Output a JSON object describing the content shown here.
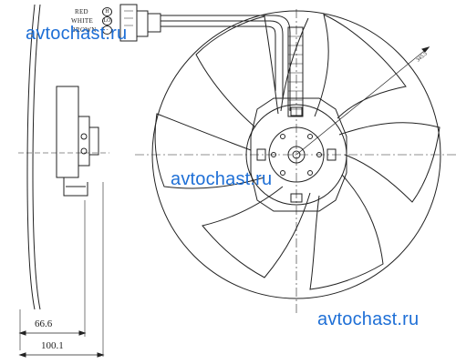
{
  "wire_legend": [
    {
      "color": "RED",
      "pin": "H"
    },
    {
      "color": "WHITE",
      "pin": "LO"
    },
    {
      "color": "BROWN",
      "pin": "-"
    }
  ],
  "dimensions": {
    "radius": "345.5",
    "depth_motor": "66.6",
    "depth_total": "100.1"
  },
  "watermark": "avtochast.ru"
}
